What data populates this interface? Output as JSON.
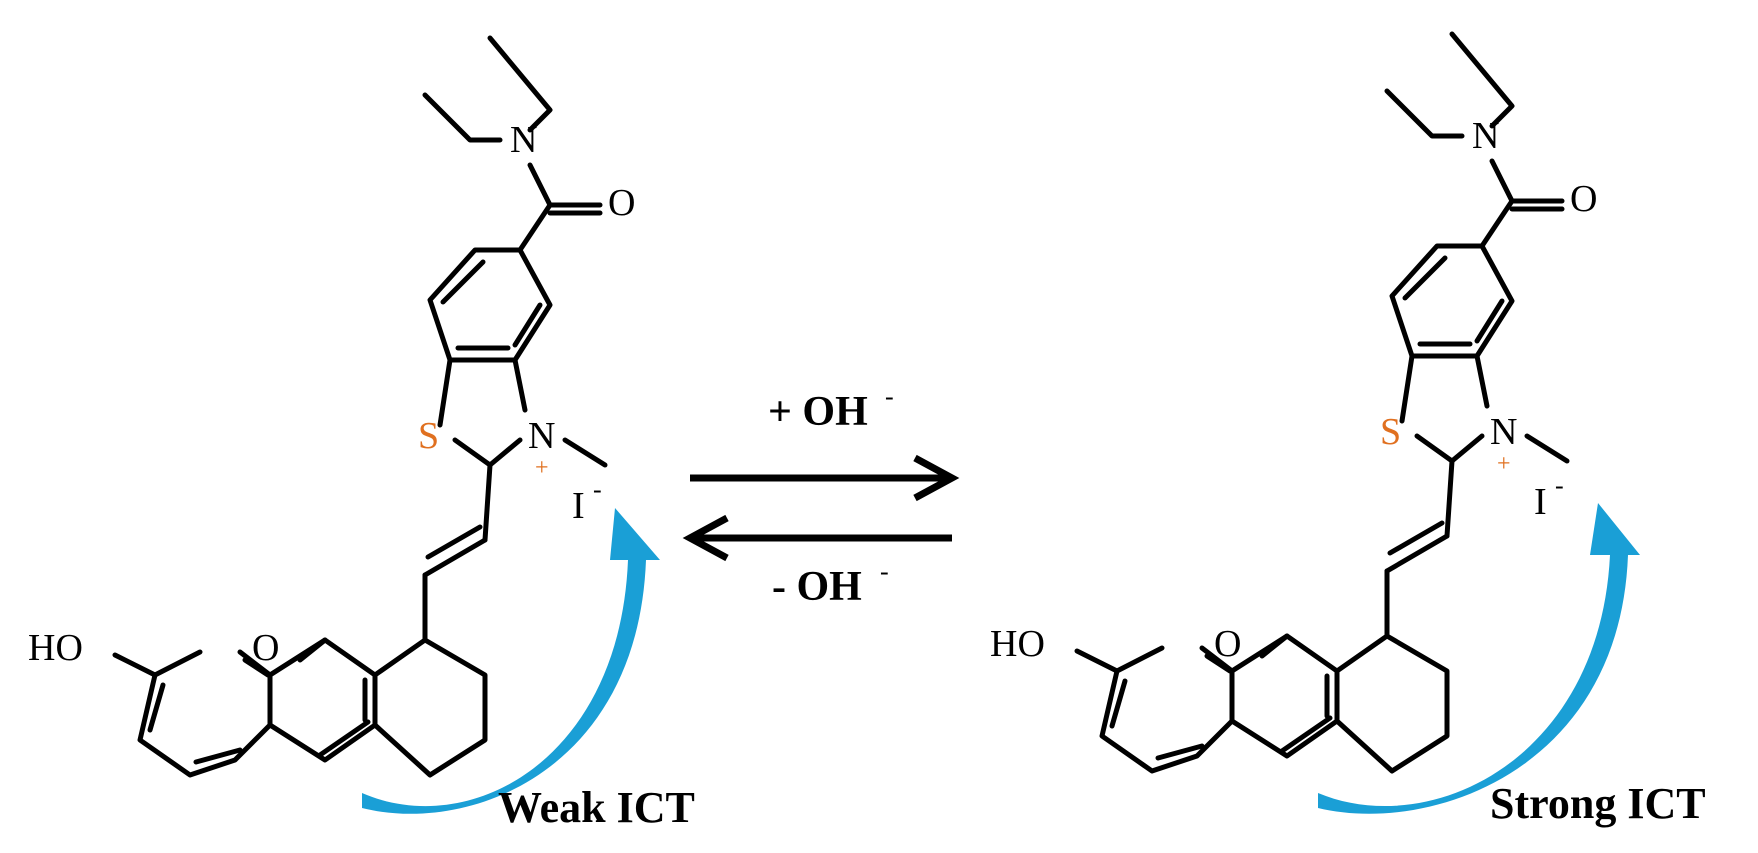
{
  "equilibrium": {
    "forward_label": "+ OH",
    "forward_superscript": "-",
    "reverse_label": "- OH",
    "reverse_superscript": "-"
  },
  "left_molecule": {
    "ict_label": "Weak ICT"
  },
  "right_molecule": {
    "ict_label": "Strong ICT"
  },
  "atoms": {
    "amide_n": "N",
    "amide_o": "O",
    "thiazole_s": "S",
    "thiazole_n": "N",
    "n_charge": "+",
    "iodide": "I",
    "iodide_charge": "-",
    "hydroxyl": "HO",
    "xanthene_o": "O"
  },
  "colors": {
    "ict_arrow": "#1a9fd6",
    "bonds": "#000000",
    "sulfur_accent": "#e07020"
  }
}
